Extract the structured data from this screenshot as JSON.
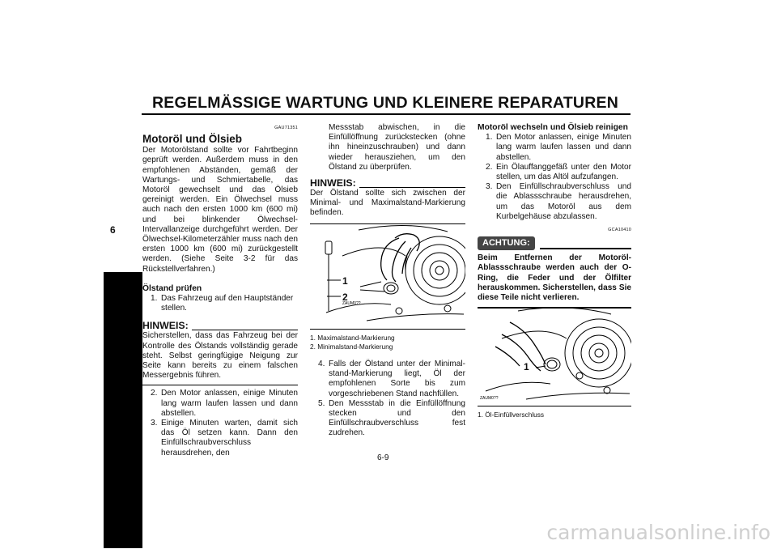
{
  "header": {
    "title": "REGELMÄSSIGE WARTUNG UND KLEINERE REPARATUREN"
  },
  "chapter_tab": "6",
  "col1": {
    "code": "GAU71351",
    "heading": "Motoröl und Ölsieb",
    "intro": "Der Motorölstand sollte vor Fahrtbeginn geprüft werden. Außerdem muss in den empfohlenen Abständen, gemäß der Wartungs- und Schmiertabelle, das Motoröl gewechselt und das Ölsieb gereinigt werden. Ein Ölwechsel muss auch nach den ersten 1000 km (600 mi) und bei blinkender Ölwechsel-Intervallanzeige durchgeführt werden. Der Ölwechsel-Kilometerzähler muss nach den ersten 1000 km (600 mi) zurückgestellt werden. (Siehe Seite 3-2 für das Rückstellverfahren.)",
    "subheading": "Ölstand prüfen",
    "step1_num": "1.",
    "step1": "Das Fahrzeug auf den Hauptständer stellen.",
    "hint_label": "HINWEIS:",
    "hint_text": "Sicherstellen, dass das Fahrzeug bei der Kontrolle des Ölstands vollständig gerade steht. Selbst geringfügige Neigung zur Seite kann bereits zu einem falschen Messergebnis führen.",
    "step2_num": "2.",
    "step2": "Den Motor anlassen, einige Minuten lang warm laufen lassen und dann abstellen.",
    "step3_num": "3.",
    "step3": "Einige Minuten warten, damit sich das Öl setzen kann. Dann den Einfüllschraubverschluss herausdrehen, den"
  },
  "col2": {
    "cont": "Messstab abwischen, in die Einfüllöffnung zurückstecken (ohne ihn hineinzuschrauben) und dann wieder herausziehen, um den Ölstand zu überprüfen.",
    "hint_label": "HINWEIS:",
    "hint_text": "Der Ölstand sollte sich zwischen der Minimal- und Maximalstand-Markierung befinden.",
    "fig_label1": "1",
    "fig_label2": "2",
    "fig_code": "ZAUM0??",
    "cap1": "1. Maximalstand-Markierung",
    "cap2": "2. Minimalstand-Markierung",
    "step4_num": "4.",
    "step4": "Falls der Ölstand unter der Minimal-stand-Markierung liegt, Öl der empfohlenen Sorte bis zum vorgeschriebenen Stand nachfüllen.",
    "step5_num": "5.",
    "step5": "Den Messstab in die Einfüllöffnung stecken und den Einfüllschraubverschluss fest zudrehen."
  },
  "col3": {
    "subheading": "Motoröl wechseln und Ölsieb reinigen",
    "step1_num": "1.",
    "step1": "Den Motor anlassen, einige Minuten lang warm laufen lassen und dann abstellen.",
    "step2_num": "2.",
    "step2": "Ein Ölauffanggefäß unter den Motor stellen, um das Altöl aufzufangen.",
    "step3_num": "3.",
    "step3": "Den Einfüllschraubverschluss und die Ablassschraube herausdrehen, um das Motoröl aus dem Kurbelgehäuse abzulassen.",
    "code": "GCA10410",
    "caution_label": "ACHTUNG:",
    "caution_text": "Beim Entfernen der Motoröl-Ablassschraube werden auch der O-Ring, die Feder und der Ölfilter herauskommen. Sicherstellen, dass Sie diese Teile nicht verlieren.",
    "fig_label1": "1",
    "fig_code": "ZAUM0??",
    "cap1": "1. Öl-Einfüllverschluss"
  },
  "footer": {
    "page_number": "6-9",
    "watermark": "carmanualsonline.info"
  }
}
